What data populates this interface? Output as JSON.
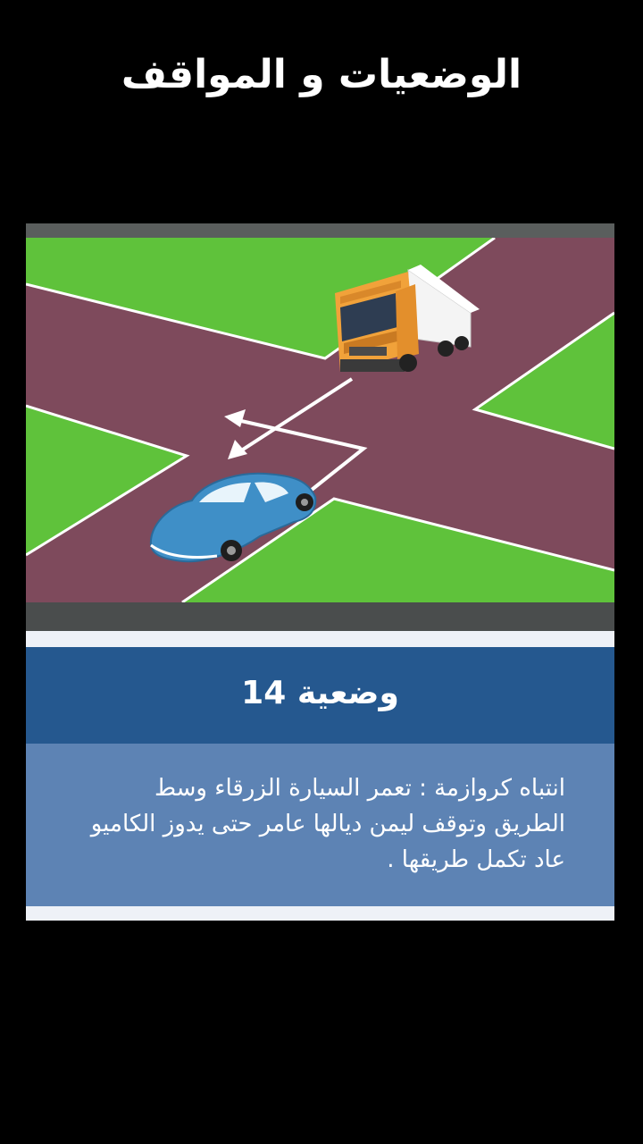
{
  "page": {
    "title": "الوضعيات و المواقف"
  },
  "scene": {
    "description_icons": [
      "truck-icon",
      "car-icon",
      "turn-arrow-icon"
    ],
    "colors": {
      "grass": "#5fc23b",
      "road": "#7e4a5c",
      "truck": "#f1a23a",
      "car": "#3f8fc7",
      "arrow": "#ffffff"
    }
  },
  "situation": {
    "title": "وضعية 14",
    "text": "انتباه كروازمة : تعمر السيارة الزرقاء وسط الطريق وتوقف ليمن ديالها عامر حتى يدوز الكاميو عاد تكمل طريقها ."
  },
  "colors": {
    "header_band": "#25588f",
    "description_band": "#5d83b4",
    "background": "#000000"
  }
}
